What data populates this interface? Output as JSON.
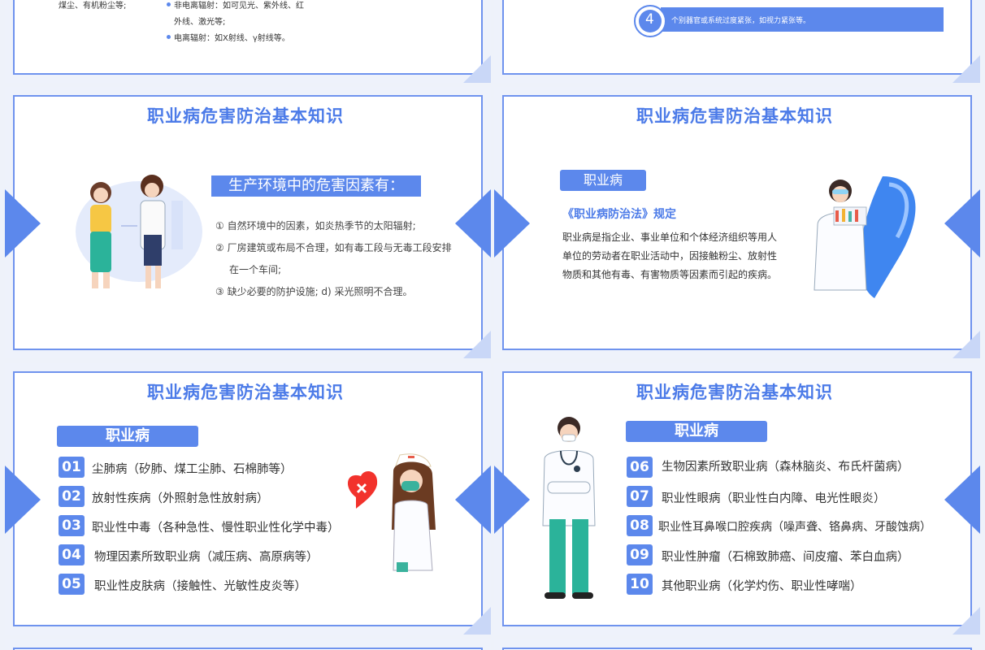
{
  "colors": {
    "accent": "#5c88ec",
    "title": "#4c7be8",
    "border": "#6f93ee"
  },
  "slide_top_left": {
    "col1": [
      "煤尘、有机粉尘等;"
    ],
    "bullets": [
      "非电离辐射：如可见光、紫外线、红",
      "外线、激光等;",
      "电离辐射：如X射线、γ射线等。"
    ]
  },
  "slide_top_right": {
    "number": "4",
    "text": "个别器官或系统过度紧张，如视力紧张等。"
  },
  "slide_mid_left": {
    "title": "职业病危害防治基本知识",
    "header": "生产环境中的危害因素有：",
    "items": [
      "① 自然环境中的因素，如炎热季节的太阳辐射;",
      "② 厂房建筑或布局不合理，如有毒工段与无毒工段安排",
      "在一个车间;",
      "③ 缺少必要的防护设施;    d) 采光照明不合理。"
    ]
  },
  "slide_mid_right": {
    "title": "职业病危害防治基本知识",
    "tag": "职业病",
    "law": "《职业病防治法》规定",
    "paragraph": [
      "职业病是指企业、事业单位和个体经济组织等用人",
      "单位的劳动者在职业活动中，因接触粉尘、放射性",
      "物质和其他有毒、有害物质等因素而引起的疾病。"
    ]
  },
  "slide_bottom_left": {
    "title": "职业病危害防治基本知识",
    "tag": "职业病",
    "list": [
      {
        "num": "01",
        "text": "尘肺病（矽肺、煤工尘肺、石棉肺等）"
      },
      {
        "num": "02",
        "text": "放射性疾病（外照射急性放射病）"
      },
      {
        "num": "03",
        "text": "职业性中毒（各种急性、慢性职业性化学中毒）"
      },
      {
        "num": "04",
        "text": "物理因素所致职业病（减压病、高原病等）"
      },
      {
        "num": "05",
        "text": "职业性皮肤病（接触性、光敏性皮炎等）"
      }
    ]
  },
  "slide_bottom_right": {
    "title": "职业病危害防治基本知识",
    "tag": "职业病",
    "list": [
      {
        "num": "06",
        "text": "生物因素所致职业病（森林脑炎、布氏杆菌病）"
      },
      {
        "num": "07",
        "text": "职业性眼病（职业性白内障、电光性眼炎）"
      },
      {
        "num": "08",
        "text": "职业性耳鼻喉口腔疾病（噪声聋、铬鼻病、牙酸蚀病）"
      },
      {
        "num": "09",
        "text": "职业性肿瘤（石棉致肺癌、间皮瘤、苯白血病）"
      },
      {
        "num": "10",
        "text": "其他职业病（化学灼伤、职业性哮喘）"
      }
    ]
  }
}
